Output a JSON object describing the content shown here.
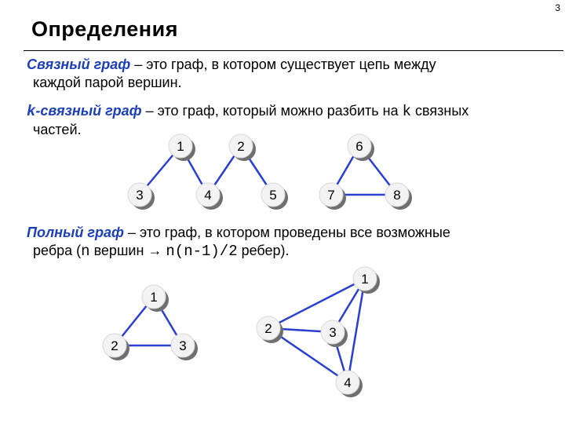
{
  "page_number": "3",
  "title": "Определения",
  "definitions": [
    {
      "term": "Связный граф",
      "dash": " – ",
      "text1": "это граф, в котором существует цепь между",
      "text2": "каждой парой вершин."
    },
    {
      "term_mono": "k",
      "term": "-связный граф",
      "dash": " – ",
      "text1a": "это граф, который можно разбить на ",
      "k": "k",
      "text1b": " связных",
      "text2": "частей."
    },
    {
      "term": "Полный граф",
      "dash": " – ",
      "text1": "это граф, в котором проведены все возможные",
      "text2a": "ребра (",
      "n": "n",
      "text2b": " вершин → ",
      "formula": "n(n-1)/2",
      "text2c": " ребер)."
    }
  ],
  "colors": {
    "term": "#1c3fb8",
    "edge": "#2a3fd0",
    "node_fill": "#f3f3f3",
    "node_shadow": "#6f6f6f"
  },
  "graphs": {
    "k_connected": {
      "nodes": [
        "1",
        "2",
        "6",
        "3",
        "4",
        "5",
        "7",
        "8"
      ],
      "edges": [
        [
          "1",
          "3"
        ],
        [
          "1",
          "4"
        ],
        [
          "2",
          "4"
        ],
        [
          "2",
          "5"
        ],
        [
          "6",
          "7"
        ],
        [
          "6",
          "8"
        ],
        [
          "7",
          "8"
        ]
      ]
    },
    "complete_3": {
      "nodes": [
        "1",
        "2",
        "3"
      ],
      "edges": [
        [
          "1",
          "2"
        ],
        [
          "1",
          "3"
        ],
        [
          "2",
          "3"
        ]
      ]
    },
    "complete_4": {
      "nodes": [
        "1",
        "2",
        "3",
        "4"
      ],
      "edges": [
        [
          "1",
          "2"
        ],
        [
          "1",
          "3"
        ],
        [
          "1",
          "4"
        ],
        [
          "2",
          "3"
        ],
        [
          "2",
          "4"
        ],
        [
          "3",
          "4"
        ]
      ]
    }
  }
}
